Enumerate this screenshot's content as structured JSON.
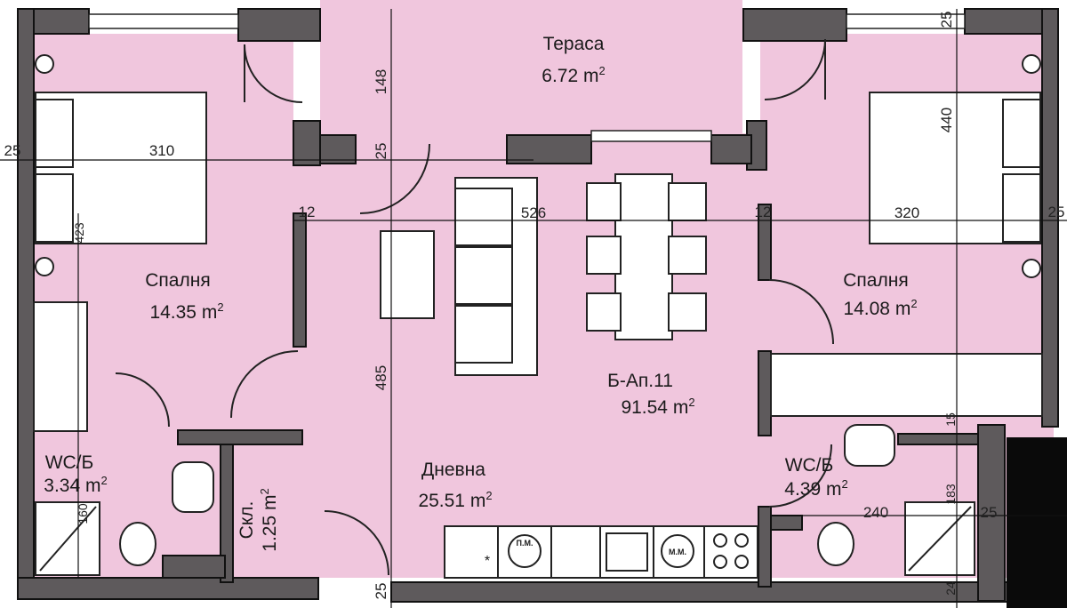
{
  "colors": {
    "floor": "#f0c6dd",
    "wall": "#5e5a5c",
    "wall_outline": "#111111",
    "furniture": "#ffffff",
    "line": "#111111"
  },
  "rooms": {
    "terrace": {
      "name": "Тераса",
      "area": "6.72 m",
      "sup": "2"
    },
    "bedroom_left": {
      "name": "Спалня",
      "area": "14.35 m",
      "sup": "2"
    },
    "bedroom_right": {
      "name": "Спалня",
      "area": "14.08 m",
      "sup": "2"
    },
    "apartment": {
      "name": "Б-Ап.11",
      "area": "91.54 m",
      "sup": "2"
    },
    "living": {
      "name": "Дневна",
      "area": "25.51 m",
      "sup": "2"
    },
    "wc_left": {
      "name": "WC/Б",
      "area": "3.34 m",
      "sup": "2"
    },
    "wc_right": {
      "name": "WC/Б",
      "area": "4.39 m",
      "sup": "2"
    },
    "storage": {
      "name": "Скл.",
      "area": "1.25 m",
      "sup": "2"
    }
  },
  "dimensions": {
    "d310": "310",
    "d320": "320",
    "d526": "526",
    "d148": "148",
    "d440": "440",
    "d485": "485",
    "d240": "240",
    "d25_left": "25",
    "d25_right": "25",
    "d25_mid": "25",
    "d25_top_right": "25",
    "d25_bottom": "25",
    "d25_corner": "25",
    "d12_left": "12",
    "d12_right": "12",
    "d423": "423",
    "d160": "160",
    "d183": "183",
    "d24": "24",
    "d15": "15"
  },
  "appliances": {
    "dishwasher": "П.М.",
    "washer": "М.М.",
    "fridge_mark": "*"
  }
}
